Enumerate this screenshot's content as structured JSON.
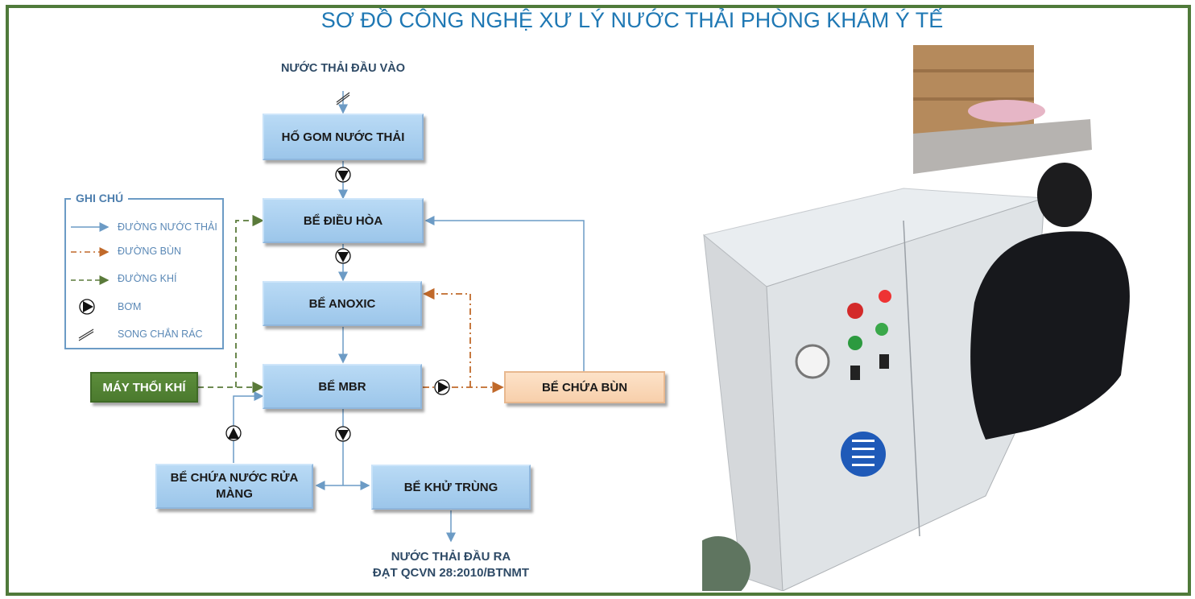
{
  "title": "SƠ ĐỒ CÔNG NGHỆ XƯ LÝ NƯỚC THẢI PHÒNG KHÁM Ý TẾ",
  "diagram": {
    "input_label": "NƯỚC THẢI ĐẦU VÀO",
    "output_label_line1": "NƯỚC THẢI ĐẦU RA",
    "output_label_line2": "ĐẠT QCVN 28:2010/BTNMT",
    "boxes": {
      "collection_pit": "HỐ GOM NƯỚC THẢI",
      "equalization_tank": "BỂ ĐIỀU HÒA",
      "anoxic_tank": "BỂ ANOXIC",
      "mbr_tank": "BỂ MBR",
      "sludge_tank": "BỂ CHỨA BÙN",
      "blower": "MÁY THỔI KHÍ",
      "membrane_wash_tank": "BỂ CHỨA NƯỚC RỬA MÀNG",
      "disinfection_tank": "BỂ KHỬ TRÙNG"
    },
    "colors": {
      "water_line": "#6c9bc5",
      "sludge_line": "#c0692a",
      "air_line": "#5a7a3a",
      "frame": "#4f7a3a",
      "title": "#1f78b4"
    }
  },
  "legend": {
    "title": "GHI CHÚ",
    "items": [
      {
        "icon": "solid-blue-arrow",
        "label": "ĐƯỜNG NƯỚC THẢI"
      },
      {
        "icon": "dash-dot-orange-arrow",
        "label": "ĐƯỜNG BÙN"
      },
      {
        "icon": "dashed-green-arrow",
        "label": "ĐƯỜNG KHÍ"
      },
      {
        "icon": "pump-icon",
        "label": "BƠM"
      },
      {
        "icon": "screen-icon",
        "label": "SONG CHẮN RÁC"
      }
    ]
  },
  "photo": {
    "description": "Stainless steel wastewater treatment cabinet with control panel, technician kneading beside it"
  }
}
